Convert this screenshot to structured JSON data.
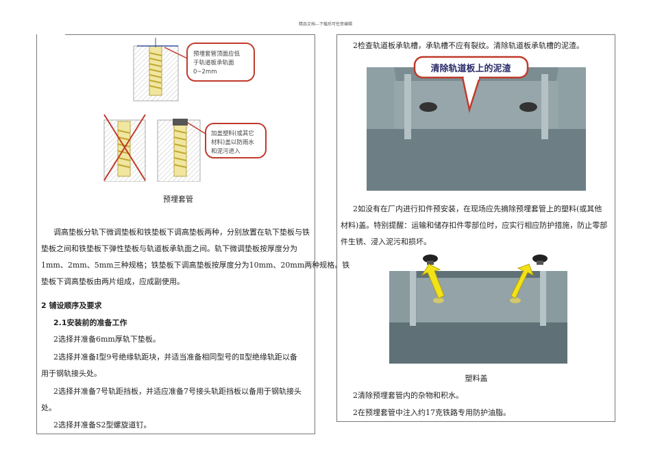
{
  "header": {
    "note": "精品文档---下载后可任意编辑"
  },
  "left": {
    "figure1": {
      "callout_top": [
        "预埋套管顶面应低",
        "于轨道板承轨面",
        "0~2mm"
      ],
      "callout_bottom": [
        "加盖塑料(或其它",
        "材料)盖以防雨水",
        "和泥污进入"
      ],
      "caption": "预埋套管"
    },
    "para1": [
      "调高垫板分轨下微调垫板和铁垫板下调高垫板两种，分别放置在轨下垫板与铁",
      "垫板之间和铁垫板下弹性垫板与轨道板承轨面之间。轨下微调垫板按厚度分为",
      "1mm、2mm、5mm三种规格；铁垫板下调高垫板按厚度分为10mm、20mm两种规格。铁",
      "垫板下调高垫板由两片组成，应成副使用。"
    ],
    "section_heading": "2 铺设顺序及要求",
    "subsection_heading": "2.1安装前的准备工作",
    "items": [
      [
        "2选择并准备6mm厚轨下垫板。"
      ],
      [
        "2选择并准备Ⅰ型9号绝缘轨距块，并适当准备相同型号的Ⅱ型绝缘轨距以备",
        "用于钢轨接头处。"
      ],
      [
        "2选择并准备7号轨距挡板，并适应准备7号接头轨距挡板以备用于钢轨接头",
        "处。"
      ],
      [
        "2选择并准备S2型螺旋道钉。"
      ]
    ]
  },
  "right": {
    "item1": "2检查轨道板承轨槽，承轨槽不应有裂纹。清除轨道板承轨槽的泥渣。",
    "figure2": {
      "callout": "清除轨道板上的泥渣"
    },
    "para2": [
      "2如没有在厂内进行扣件预安装，在现场应先摘除预埋套管上的塑料(或其他",
      "材料)盖。特别提醒：运输和储存扣件零部位时，应实行相应防护措施，防止零部",
      "件生锈、浸入泥污和损坏。"
    ],
    "figure3": {
      "caption": "塑料盖"
    },
    "item2": "2清除预埋套管内的杂物和积水。",
    "item3": "2在预埋套管中注入约17克铁路专用防护油脂。"
  },
  "colors": {
    "callout_red": "#c0392b",
    "slab_grey": "#6d7f84",
    "arrow_yellow": "#f2e21a"
  }
}
